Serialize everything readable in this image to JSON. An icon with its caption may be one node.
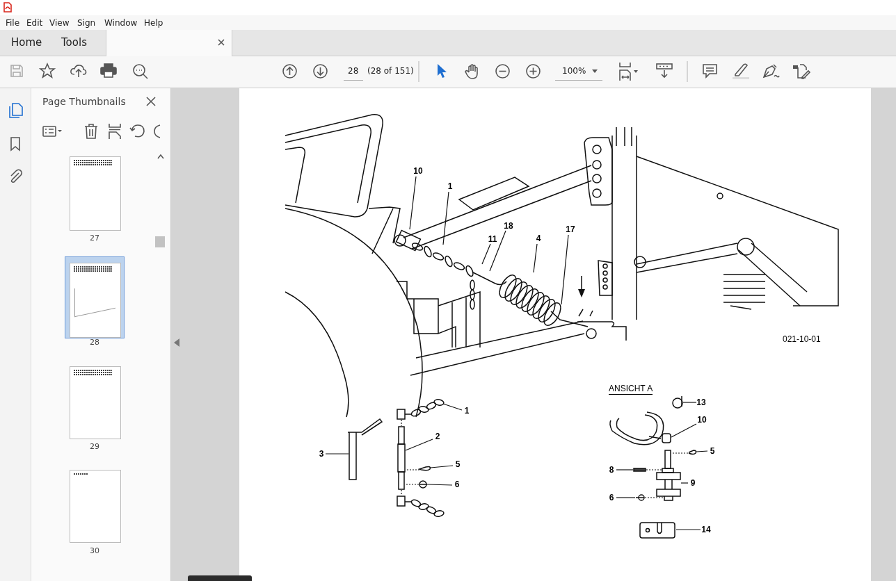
{
  "diagram": {
    "nodes": [
      {
        "text": [
          "10"
        ]
      },
      {
        "text": [
          "1"
        ]
      },
      {
        "text": [
          "18"
        ]
      },
      {
        "text": [
          "11"
        ]
      },
      {
        "text": [
          "4"
        ]
      },
      {
        "text": [
          "17"
        ]
      },
      {
        "text": [
          "1"
        ]
      },
      {
        "text": [
          "2"
        ]
      },
      {
        "text": [
          "3"
        ]
      },
      {
        "text": [
          "5"
        ]
      },
      {
        "text": [
          "6"
        ]
      },
      {
        "text": [
          "13"
        ]
      },
      {
        "text": [
          "10"
        ]
      },
      {
        "text": [
          "5"
        ]
      },
      {
        "text": [
          "8"
        ]
      },
      {
        "text": [
          "9"
        ]
      },
      {
        "text": [
          "6"
        ]
      },
      {
        "text": [
          "14"
        ]
      },
      {
        "text": [],
        "shape": "picture"
      },
      {
        "text": [],
        "shape": "picture"
      },
      {
        "text": [],
        "shape": "picture"
      },
      {
        "text": [],
        "shape": "picture"
      },
      {
        "text": [],
        "shape": "picture"
      },
      {
        "text": [],
        "shape": "circle"
      },
      {
        "text": [],
        "shape": "box"
      },
      {
        "text": [],
        "shape": "picture"
      },
      {
        "text": [],
        "shape": "bar"
      },
      {
        "text": [],
        "shape": "picture"
      },
      {
        "text": [],
        "shape": "circle"
      },
      {
        "text": [],
        "shape": "box"
      },
      {
        "text": [],
        "shape": "picture"
      }
    ],
    "edges": [
      {
        "from": 0,
        "to": null,
        "arrow": "none"
      },
      {
        "from": 1,
        "to": null,
        "arrow": "none"
      },
      {
        "from": 2,
        "to": null,
        "arrow": "none"
      },
      {
        "from": 3,
        "to": null,
        "arrow": "none"
      },
      {
        "from": 4,
        "to": null,
        "arrow": "none"
      },
      {
        "from": 5,
        "to": null,
        "arrow": "none"
      },
      {
        "from": 6,
        "to": 18,
        "arrow": "none"
      },
      {
        "from": 7,
        "to": 19,
        "arrow": "none"
      },
      {
        "from": 8,
        "to": 20,
        "arrow": "none"
      },
      {
        "from": 9,
        "to": 21,
        "arrow": "none"
      },
      {
        "from": 10,
        "to": 22,
        "arrow": "none"
      },
      {
        "from": 11,
        "to": 23,
        "arrow": "none"
      },
      {
        "from": 12,
        "to": 24,
        "arrow": "none"
      },
      {
        "from": 13,
        "to": 25,
        "arrow": "none"
      },
      {
        "from": 14,
        "to": 26,
        "arrow": "none"
      },
      {
        "from": 15,
        "to": 27,
        "arrow": "none"
      },
      {
        "from": 16,
        "to": 28,
        "arrow": "none"
      },
      {
        "from": 17,
        "to": 29,
        "arrow": "none"
      },
      {
        "from": 18,
        "to": 19,
        "arrow": "none",
        "style": "dashed"
      },
      {
        "from": 21,
        "to": 19,
        "arrow": "none",
        "style": "dashed"
      },
      {
        "from": 22,
        "to": 19,
        "arrow": "none",
        "style": "dashed"
      },
      {
        "from": 19,
        "to": 30,
        "arrow": "none",
        "style": "dashed"
      },
      {
        "from": 25,
        "to": 27,
        "arrow": "none",
        "style": "dashed"
      },
      {
        "from": 26,
        "to": 27,
        "arrow": "none",
        "style": "dashed"
      },
      {
        "from": 28,
        "to": 27,
        "arrow": "none",
        "style": "dashed"
      }
    ],
    "labels": [
      "File",
      "Edit",
      "View",
      "Sign",
      "Window",
      "Help",
      "Home",
      "Tools",
      "28",
      "(28 of 151)",
      "100%",
      "Page Thumbnails",
      "27",
      "28",
      "29",
      "30",
      "021-10-01",
      "ANSICHT A"
    ]
  }
}
